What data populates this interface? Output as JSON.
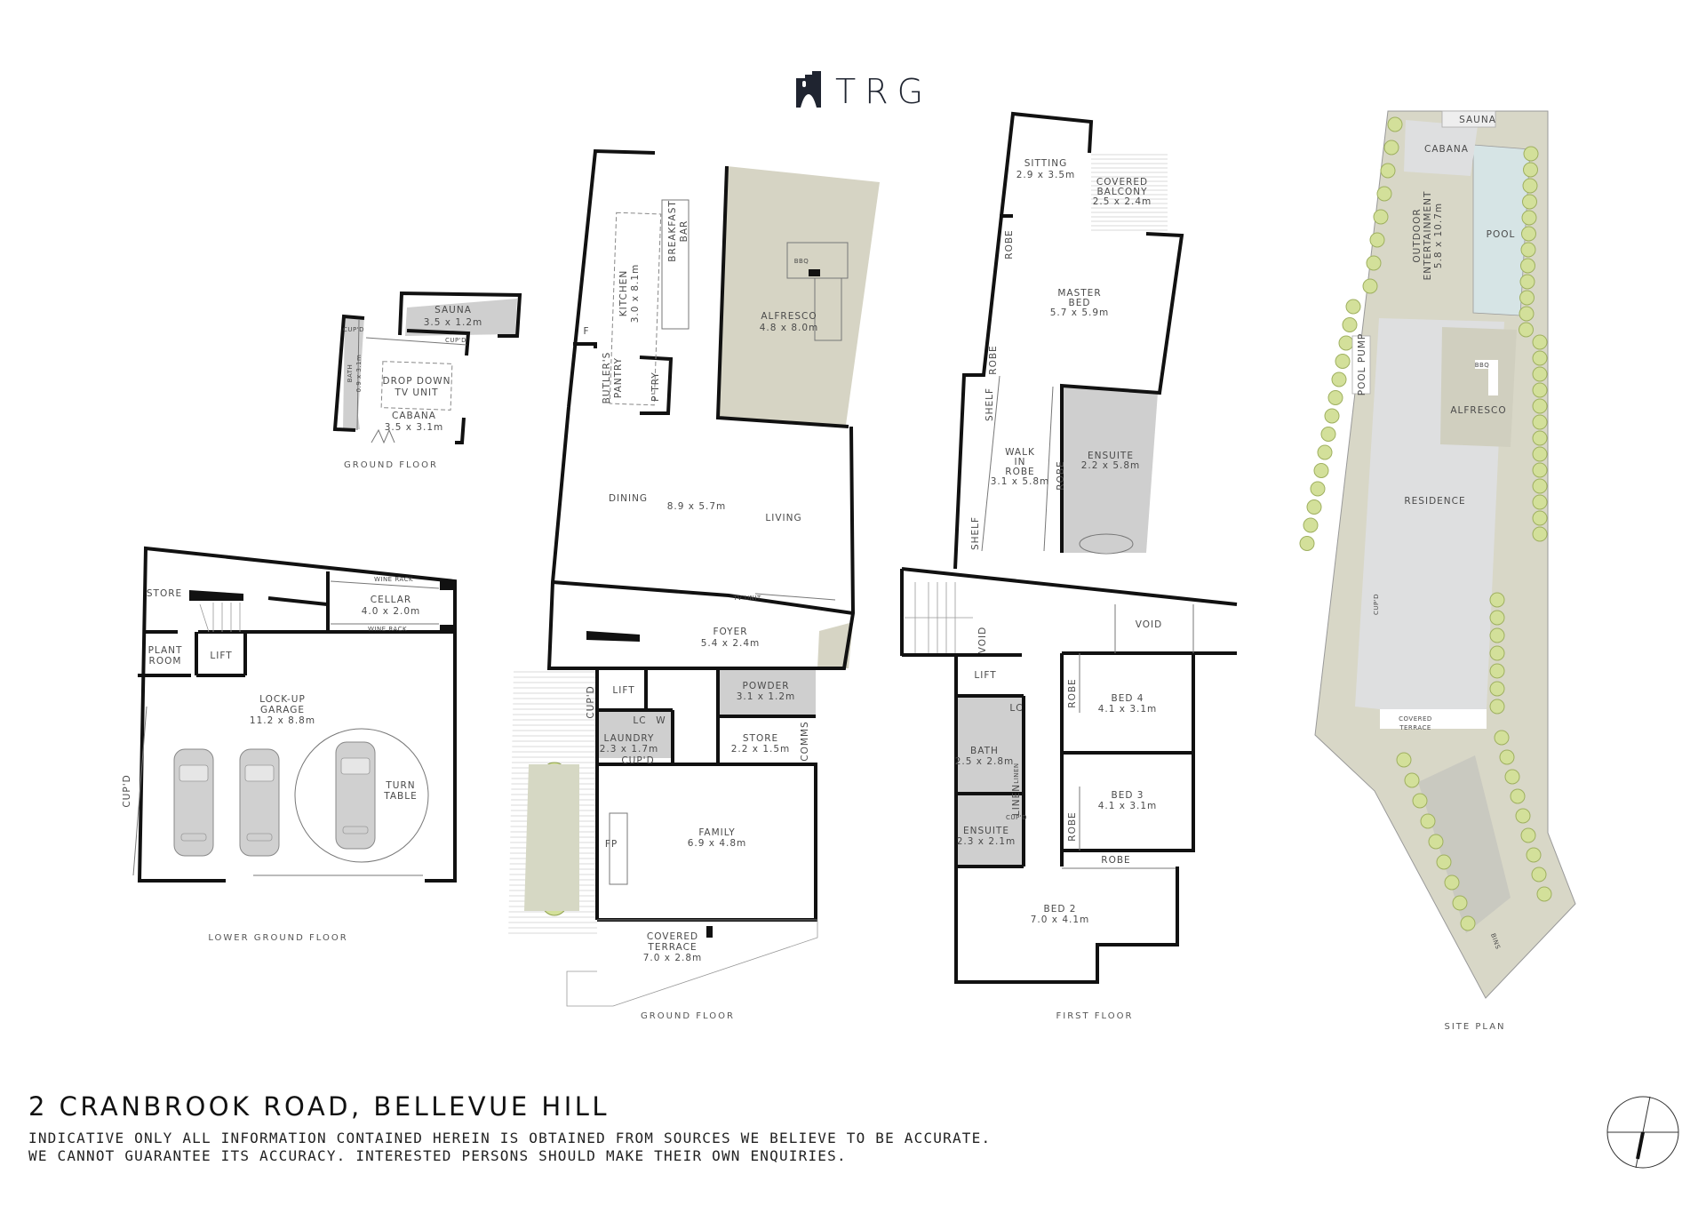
{
  "brand": {
    "logo_text": "TRG"
  },
  "property": {
    "address": "2 CRANBROOK ROAD, BELLEVUE HILL",
    "disclaimer_line1": "INDICATIVE ONLY ALL INFORMATION CONTAINED HEREIN IS OBTAINED FROM SOURCES WE BELIEVE TO BE ACCURATE.",
    "disclaimer_line2": "WE CANNOT GUARANTEE ITS ACCURACY. INTERESTED PERSONS SHOULD MAKE THEIR OWN ENQUIRIES."
  },
  "colors": {
    "outdoor": "#d8d7c7",
    "wet_area": "#cfcfcf",
    "residence": "#dedfe0",
    "pool": "#d6e4e5",
    "tree": "#d3e09a",
    "wall": "#111111"
  },
  "plans": {
    "cabana": {
      "label": "GROUND FLOOR",
      "sauna": {
        "name": "SAUNA",
        "dims": "3.5 x 1.2m"
      },
      "bath": {
        "name": "BATH",
        "dims": "0.9 x 3.1m"
      },
      "cupd": "CUP'D",
      "tv_unit": {
        "line1": "DROP DOWN",
        "line2": "TV UNIT"
      },
      "cabana": {
        "name": "CABANA",
        "dims": "3.5 x 3.1m"
      }
    },
    "lower_ground": {
      "label": "LOWER GROUND FLOOR",
      "store": "STORE",
      "cellar": {
        "name": "CELLAR",
        "dims": "4.0 x 2.0m"
      },
      "wine_rack": "WINE RACK",
      "plant_room": {
        "line1": "PLANT",
        "line2": "ROOM"
      },
      "lift": "LIFT",
      "garage": {
        "line1": "LOCK-UP",
        "line2": "GARAGE",
        "dims": "11.2 x 8.8m"
      },
      "turn_table": {
        "line1": "TURN",
        "line2": "TABLE"
      },
      "cupd": "CUP'D"
    },
    "ground": {
      "label": "GROUND FLOOR",
      "kitchen": {
        "name": "KITCHEN",
        "dims": "3.0 x 8.1m"
      },
      "breakfast_bar": {
        "line1": "BREAKFAST",
        "line2": "BAR"
      },
      "fridge": "F",
      "butlers_pantry": {
        "line1": "BUTLER'S",
        "line2": "PANTRY"
      },
      "pantry": "P'TRY",
      "alfresco": {
        "name": "ALFRESCO",
        "dims": "4.8 x 8.0m"
      },
      "bbq": "BBQ",
      "dining": "DINING",
      "dining_living_dims": "8.9 x 5.7m",
      "living": "LIVING",
      "tv_unit": "TV UNIT",
      "foyer": {
        "name": "FOYER",
        "dims": "5.4 x 2.4m"
      },
      "lift": "LIFT",
      "cupd": "CUP'D",
      "lc": "LC",
      "w": "W",
      "laundry": {
        "name": "LAUNDRY",
        "dims": "2.3 x 1.7m"
      },
      "powder": {
        "name": "POWDER",
        "dims": "3.1 x 1.2m"
      },
      "store": {
        "name": "STORE",
        "dims": "2.2 x 1.5m"
      },
      "comms": "COMMS",
      "family": {
        "name": "FAMILY",
        "dims": "6.9 x 4.8m"
      },
      "fp": "FP",
      "covered_terrace": {
        "line1": "COVERED",
        "line2": "TERRACE",
        "dims": "7.0 x 2.8m"
      }
    },
    "first": {
      "label": "FIRST FLOOR",
      "sitting": {
        "name": "SITTING",
        "dims": "2.9 x 3.5m"
      },
      "covered_balcony": {
        "line1": "COVERED",
        "line2": "BALCONY",
        "dims": "2.5 x 2.4m"
      },
      "master_bed": {
        "line1": "MASTER",
        "line2": "BED",
        "dims": "5.7 x 5.9m"
      },
      "robe": "ROBE",
      "shelf": "SHELF",
      "walk_in_robe": {
        "line1": "WALK",
        "line2": "IN",
        "line3": "ROBE",
        "dims": "3.1 x 5.8m"
      },
      "ensuite": {
        "name": "ENSUITE",
        "dims": "2.2 x 5.8m"
      },
      "void": "VOID",
      "lift": "LIFT",
      "lc": "LC",
      "bath": {
        "name": "BATH",
        "dims": "2.5 x 2.8m"
      },
      "linen": "LINEN",
      "cupd": "CUP'D",
      "ensuite2": {
        "name": "ENSUITE",
        "dims": "2.3 x 2.1m"
      },
      "bed4": {
        "name": "BED 4",
        "dims": "4.1 x 3.1m"
      },
      "bed3": {
        "name": "BED 3",
        "dims": "4.1 x 3.1m"
      },
      "bed2": {
        "name": "BED 2",
        "dims": "7.0 x 4.1m"
      }
    },
    "site": {
      "label": "SITE PLAN",
      "sauna": "SAUNA",
      "cabana": "CABANA",
      "outdoor_entertainment": {
        "line1": "OUTDOOR",
        "line2": "ENTERTAINMENT",
        "dims": "5.8 x 10.7m"
      },
      "pool": "POOL",
      "pool_pump": "POOL PUMP",
      "bbq": "BBQ",
      "alfresco": "ALFRESCO",
      "residence": "RESIDENCE",
      "cupd": "CUP'D",
      "covered_terrace": {
        "line1": "COVERED",
        "line2": "TERRACE"
      },
      "bins": "BINS"
    }
  },
  "compass": {
    "icon": "north-arrow-icon"
  }
}
